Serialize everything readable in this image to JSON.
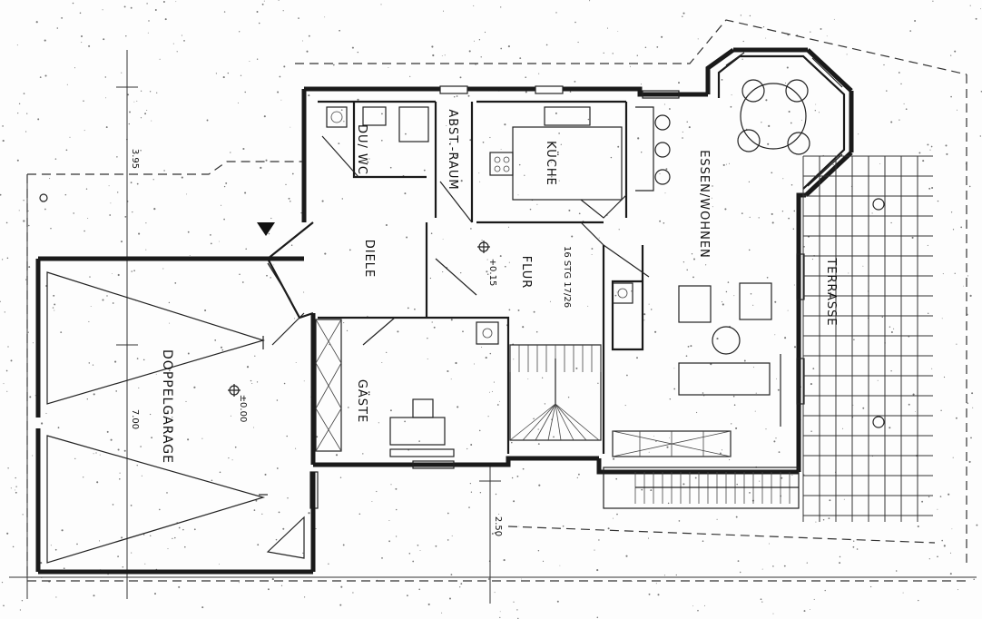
{
  "rooms": {
    "du_wc": "DU/ WC",
    "abst_raum": "ABST.-RAUM",
    "kuche": "KÜCHE",
    "essen_wohnen": "ESSEN/WOHNEN",
    "diele": "DIELE",
    "flur": "FLUR",
    "terrasse": "TERRASSE",
    "gaste": "GÄSTE",
    "doppelgarage": "DOPPELGARAGE"
  },
  "annotations": {
    "stairs": "16 STG 17/26",
    "level_flur": "+0.15",
    "level_garage": "±0.00"
  },
  "dimensions": {
    "d1": "3.95",
    "d2": "7.00",
    "d3": "2.50"
  }
}
